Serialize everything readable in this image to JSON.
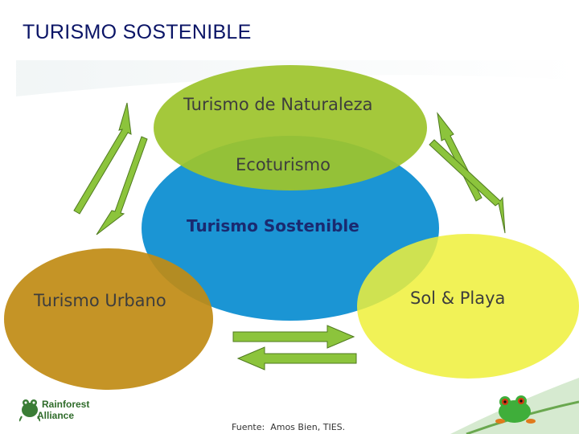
{
  "slide": {
    "title": "TURISMO SOSTENIBLE",
    "source": "Fuente:  Amos Bien, TIES."
  },
  "diagram": {
    "nodes": {
      "naturaleza": "Turismo de Naturaleza",
      "ecoturismo": "Ecoturismo",
      "sostenible": "Turismo Sostenible",
      "urbano": "Turismo Urbano",
      "playa": "Sol & Playa"
    },
    "colors": {
      "naturaleza": "#9dc42c",
      "sostenible": "#1b95d4",
      "urbano": "#c08b14",
      "playa": "#eef03a",
      "arrow": "#8cc43c",
      "title": "#0a1466"
    }
  },
  "logo": {
    "line1": "Rainforest",
    "line2": "Alliance"
  }
}
